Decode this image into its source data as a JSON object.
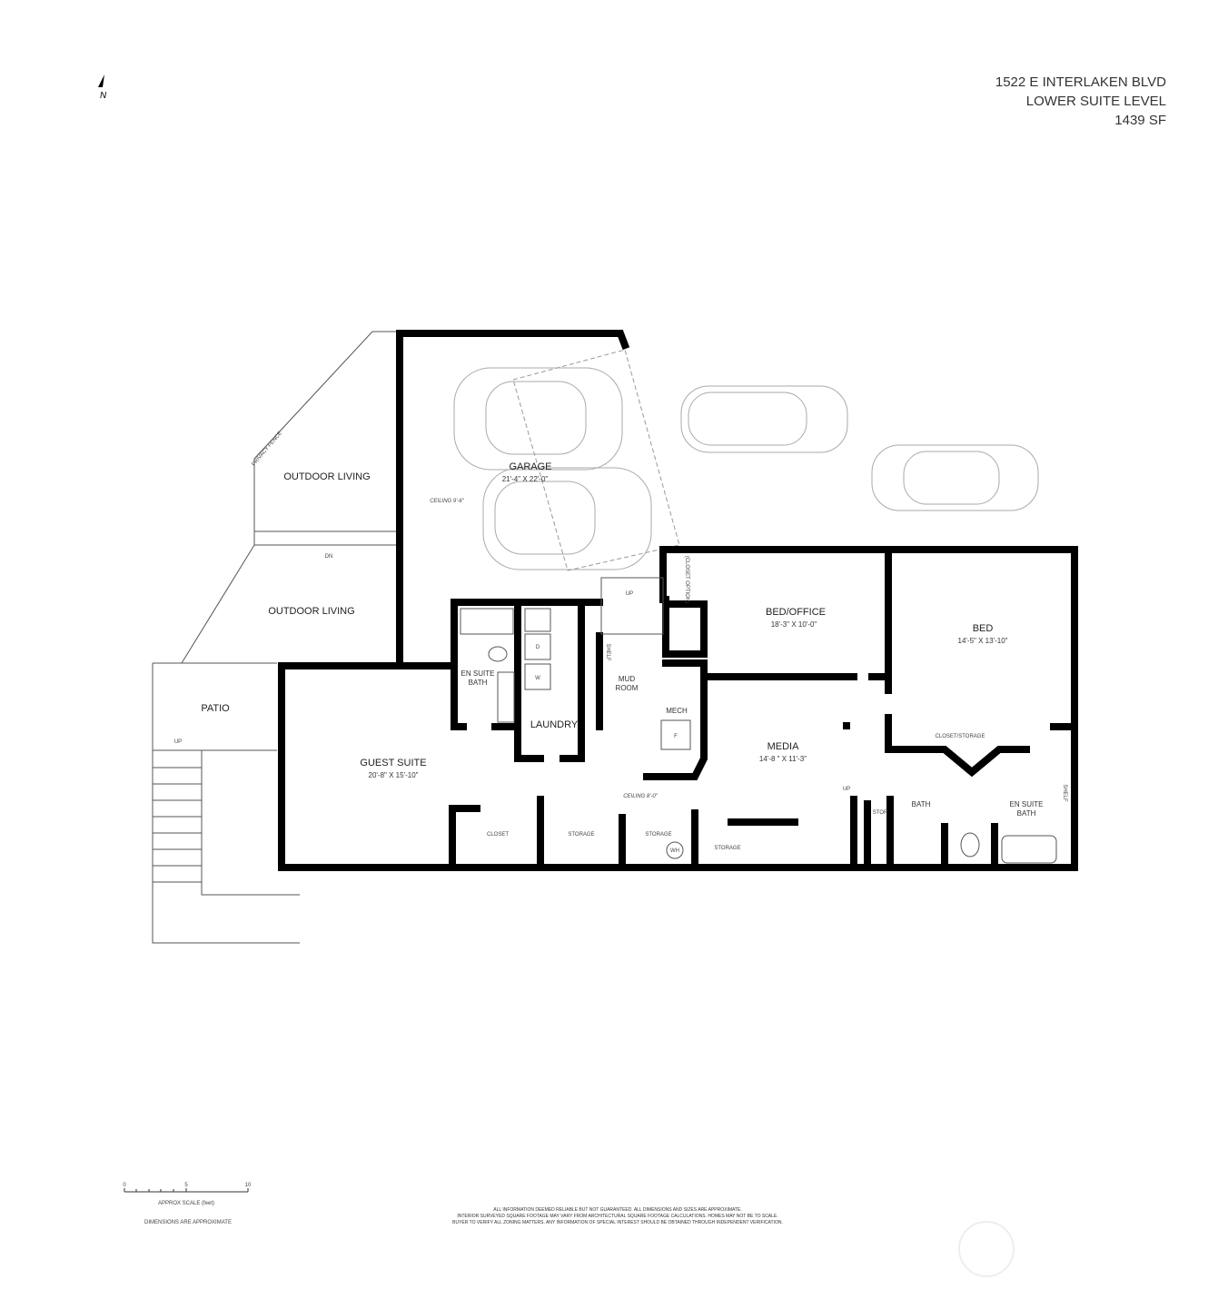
{
  "header": {
    "address": "1522 E INTERLAKEN BLVD",
    "level": "LOWER SUITE  LEVEL",
    "area": "1439 SF"
  },
  "north": "N",
  "rooms": {
    "garage": {
      "name": "GARAGE",
      "dims": "21'-4\" X 22'-0\"",
      "ceiling": "CEILING 9'-6\""
    },
    "outdoor1": {
      "name": "OUTDOOR LIVING"
    },
    "outdoor2": {
      "name": "OUTDOOR LIVING"
    },
    "privacy": "PRIVACY FENCE",
    "dn": "DN",
    "patio": {
      "name": "PATIO",
      "up": "UP"
    },
    "ensuite1": {
      "name1": "EN SUITE",
      "name2": "BATH"
    },
    "laundry": {
      "name": "LAUNDRY",
      "d": "D",
      "w": "W"
    },
    "mud": {
      "name1": "MUD",
      "name2": "ROOM",
      "up": "UP",
      "shelf": "SHELF"
    },
    "mech": {
      "name": "MECH",
      "f": "F"
    },
    "closet_option": "(CLOSET OPTION)",
    "bed_office": {
      "name": "BED/OFFICE",
      "dims": "18'-3\" X 10'-0\""
    },
    "bed": {
      "name": "BED",
      "dims": "14'-5\" X 13'-10\""
    },
    "media": {
      "name": "MEDIA",
      "dims": "14'-8 \" X 11'-3\"",
      "up": "UP"
    },
    "guest": {
      "name": "GUEST SUITE",
      "dims": "20'-8\" X 15'-10\""
    },
    "ceiling8": "CEILING 8'-0\"",
    "closet": "CLOSET",
    "storage1": "STORAGE",
    "storage2": "STORAGE",
    "storage3": "STORAGE",
    "wh": "WH",
    "stor": "STOR",
    "bath": "BATH",
    "closet_storage": "CLOSET/STORAGE",
    "ensuite2": {
      "name1": "EN SUITE",
      "name2": "BATH"
    },
    "shelf2": "SHELF"
  },
  "scale": {
    "ticks": [
      "0",
      "5",
      "10"
    ],
    "label": "APPROX SCALE (feet)",
    "note": "DIMENSIONS ARE APPROXIMATE"
  },
  "disclaimer": [
    "ALL INFORMATION DEEMED RELIABLE BUT NOT GUARANTEED. ALL DIMENSIONS AND SIZES ARE APPROXIMATE.",
    "INTERIOR SURVEYED SQUARE FOOTAGE MAY VARY FROM ARCHITECTURAL SQUARE FOOTAGE CALCULATIONS. HOMES MAY NOT BE TO SCALE.",
    "BUYER TO VERIFY ALL ZONING MATTERS. ANY INFORMATION OF SPECIAL INTEREST SHOULD BE OBTAINED THROUGH INDEPENDENT VERIFICATION."
  ]
}
